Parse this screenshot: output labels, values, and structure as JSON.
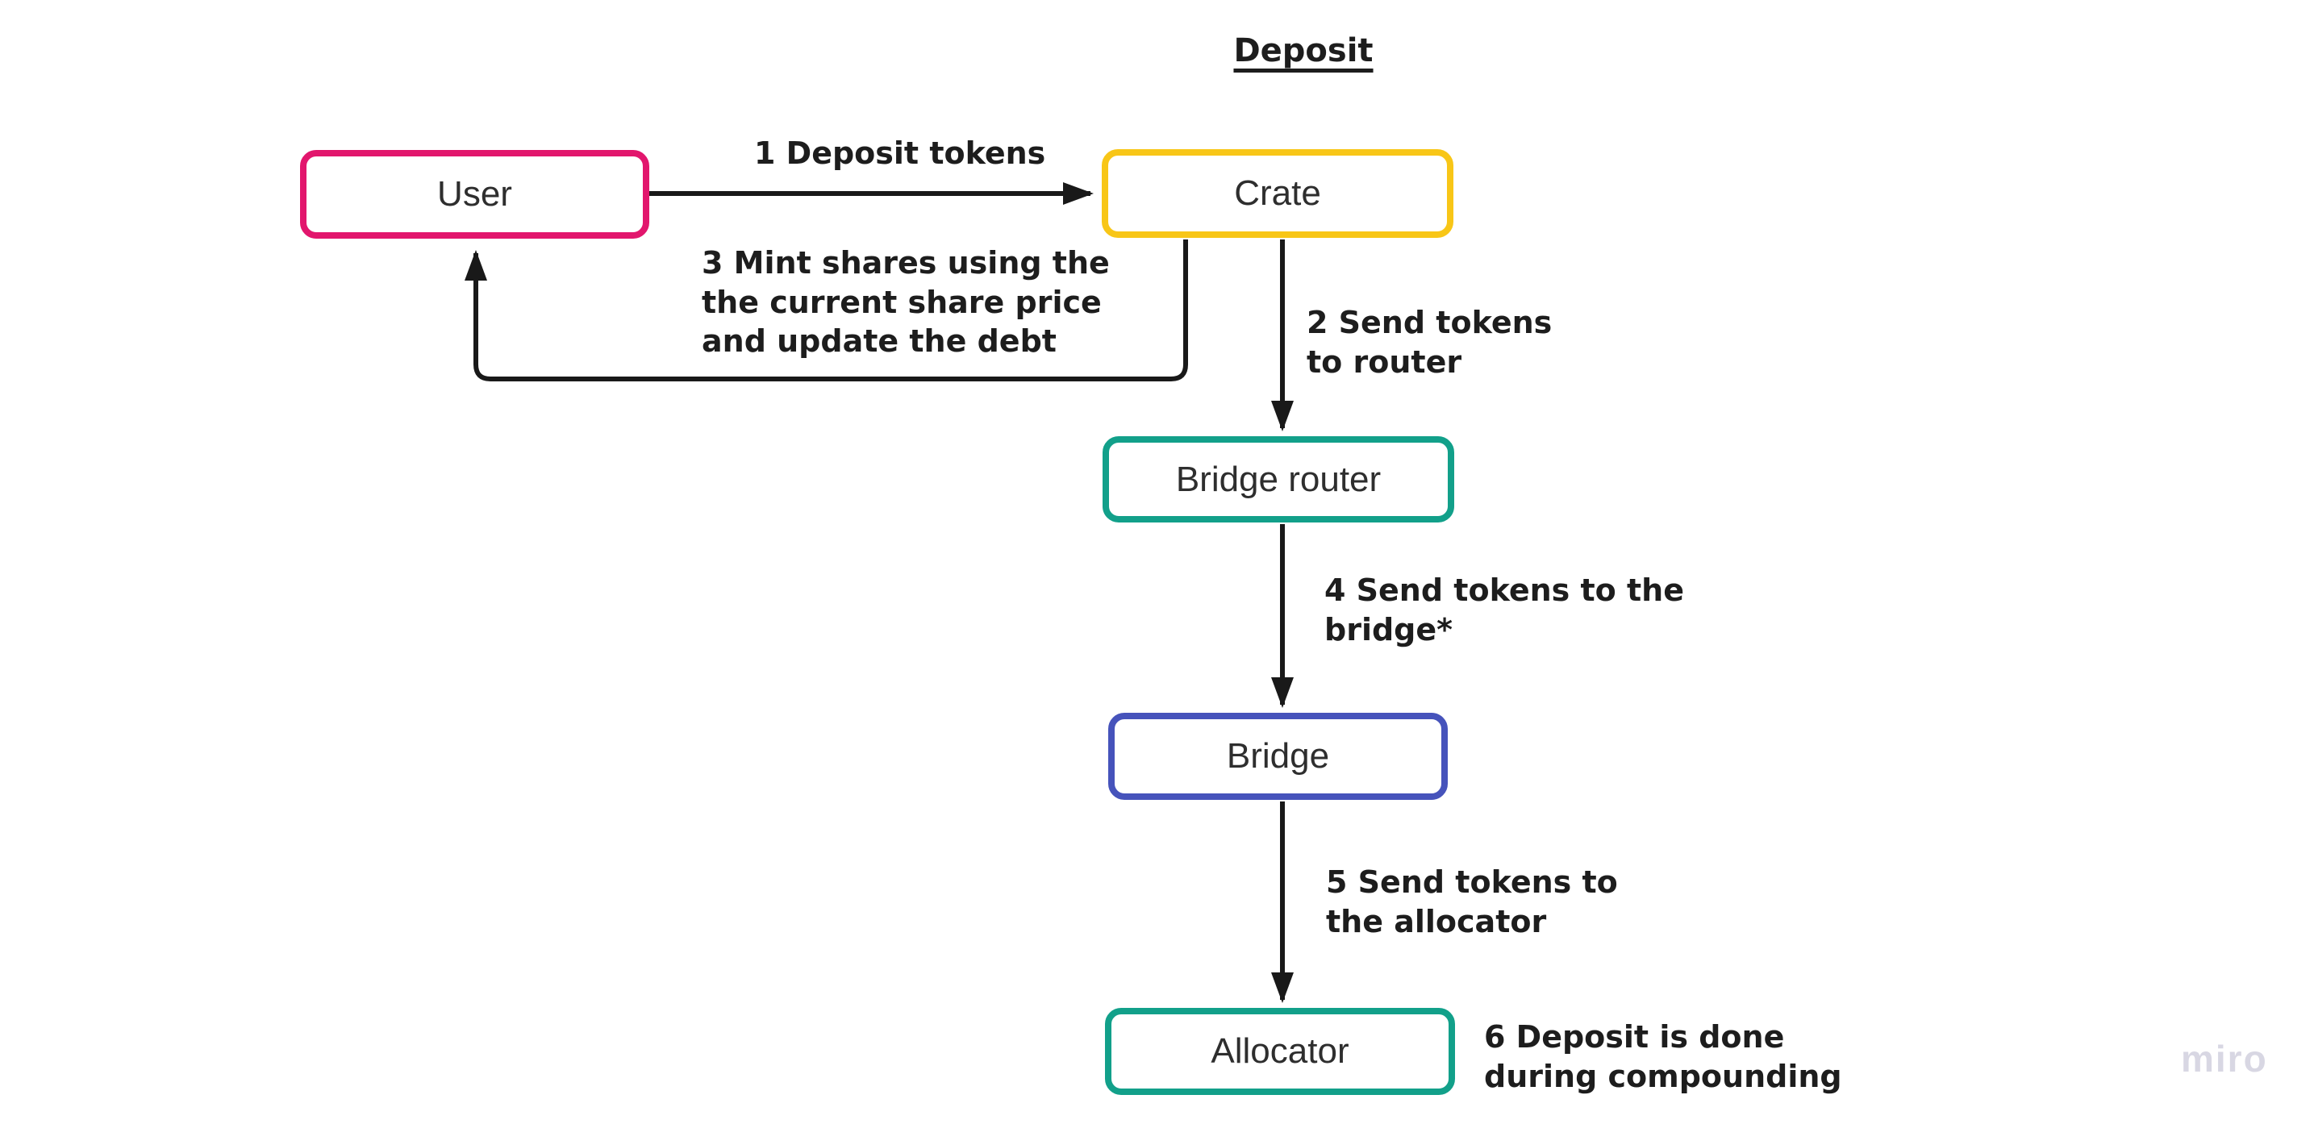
{
  "title": "Deposit",
  "nodes": [
    {
      "id": "user",
      "label": "User",
      "border_color": "#e2166d"
    },
    {
      "id": "crate",
      "label": "Crate",
      "border_color": "#f8c617"
    },
    {
      "id": "bridge-router",
      "label": "Bridge router",
      "border_color": "#12a08a"
    },
    {
      "id": "bridge",
      "label": "Bridge",
      "border_color": "#4653bb"
    },
    {
      "id": "allocator",
      "label": "Allocator",
      "border_color": "#12a08a"
    }
  ],
  "steps": [
    {
      "text": "1 Deposit tokens"
    },
    {
      "text": "2 Send tokens\nto router"
    },
    {
      "text": "3 Mint shares using the\nthe current share price\nand update the debt"
    },
    {
      "text": "4 Send tokens to the\nbridge*"
    },
    {
      "text": "5 Send tokens to\nthe allocator"
    },
    {
      "text": "6 Deposit is done\nduring compounding"
    }
  ],
  "watermark": "miro",
  "colors": {
    "background": "#ffffff",
    "connector": "#191919",
    "step_text": "#1d1d1d",
    "node_label": "#2e2e2e",
    "watermark": "#d8d7e3"
  }
}
